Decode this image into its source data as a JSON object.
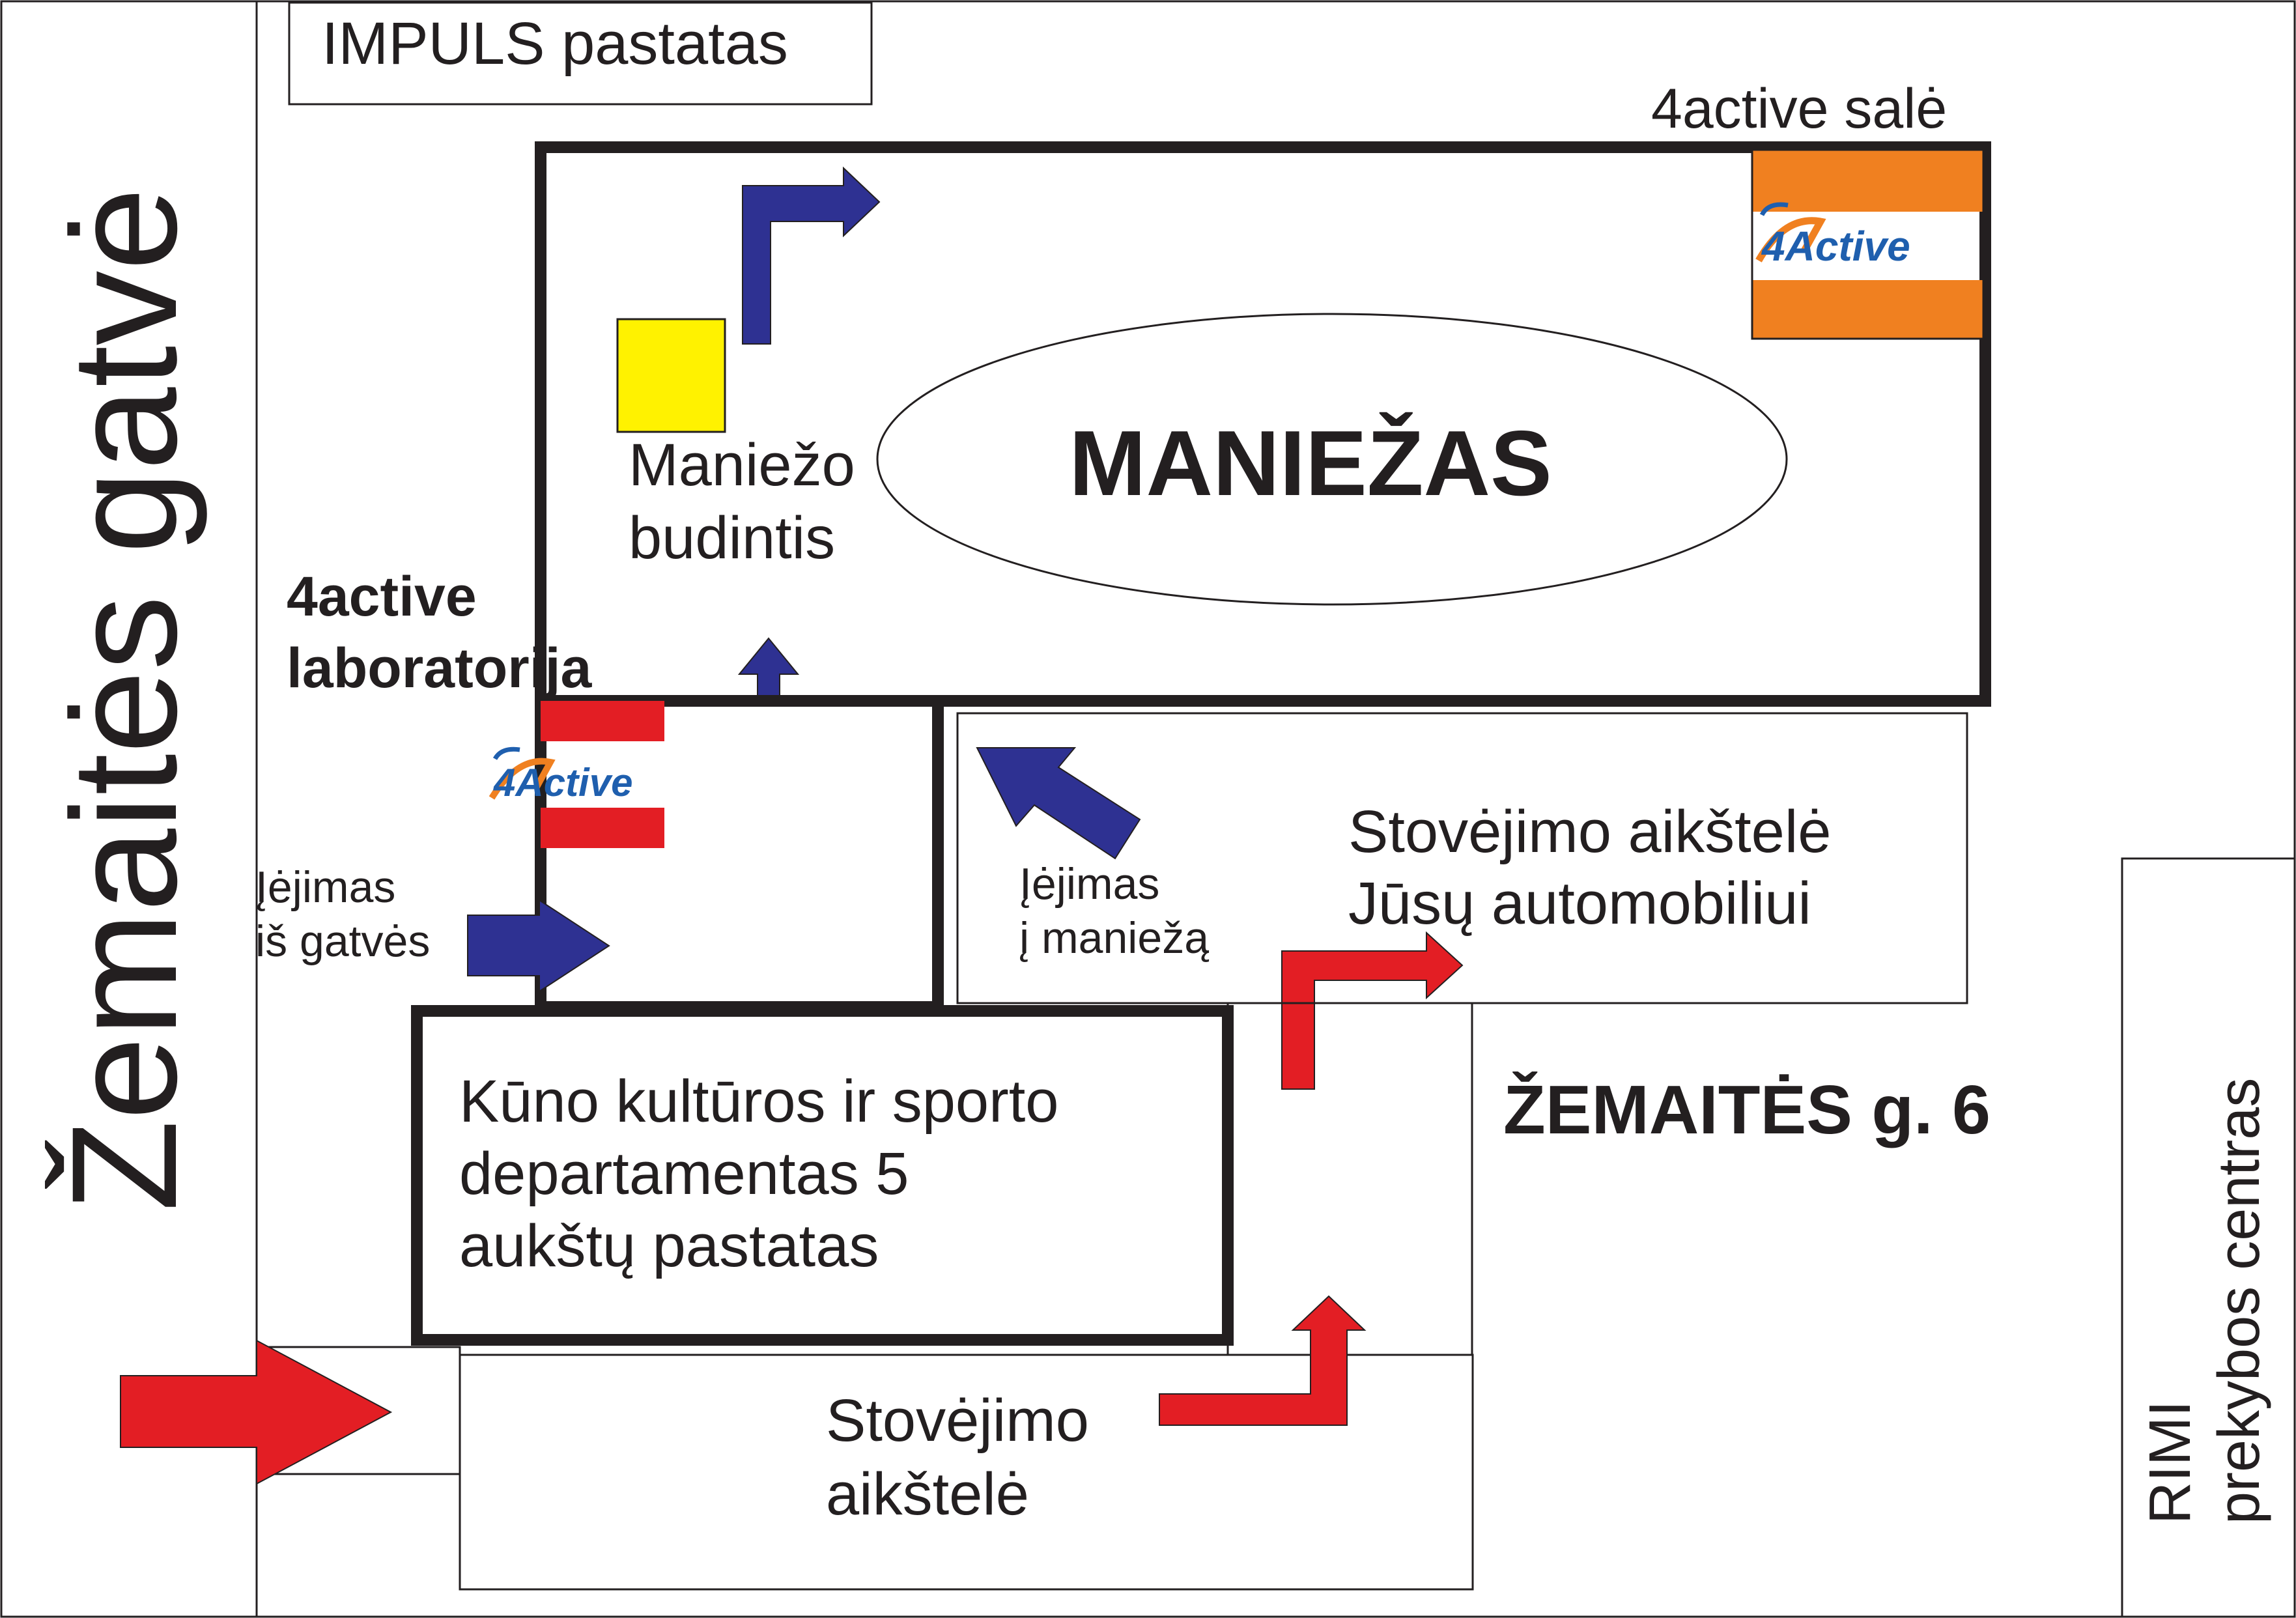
{
  "labels": {
    "street_left": "Žemaitės gatvė",
    "impuls": "IMPULS pastatas",
    "active_hall": "4active salė",
    "manezas": "MANIEŽAS",
    "guard_line1": "Maniežo",
    "guard_line2": "budintis",
    "lab_line1": "4active",
    "lab_line2": "laboratorija",
    "entry_street_line1": "Įėjimas",
    "entry_street_line2": "iš gatvės",
    "entry_manege_line1": "Įėjimas",
    "entry_manege_line2": "į maniežą",
    "parking_top_line1": "Stovėjimo aikštelė",
    "parking_top_line2": "Jūsų automobiliui",
    "building_line1": "Kūno kultūros ir sporto",
    "building_line2": "departamentas 5",
    "building_line3": "aukštų pastatas",
    "address": "ŽEMAITĖS g. 6",
    "parking_bottom_line1": "Stovėjimo",
    "parking_bottom_line2": "aikštelė",
    "rimi_line1": "RIMI",
    "rimi_line2": "prekybos centras",
    "logo_text": "4Active"
  },
  "colors": {
    "outline": "#231f20",
    "blue_arrow": "#2e3192",
    "red_arrow": "#e31e24",
    "orange": "#f08020",
    "yellow": "#fff200",
    "logo_blue": "#1f5fae",
    "logo_orange": "#f08020"
  },
  "icons": {
    "guard_marker": "yellow-square-marker",
    "logo": "4active-logo"
  }
}
